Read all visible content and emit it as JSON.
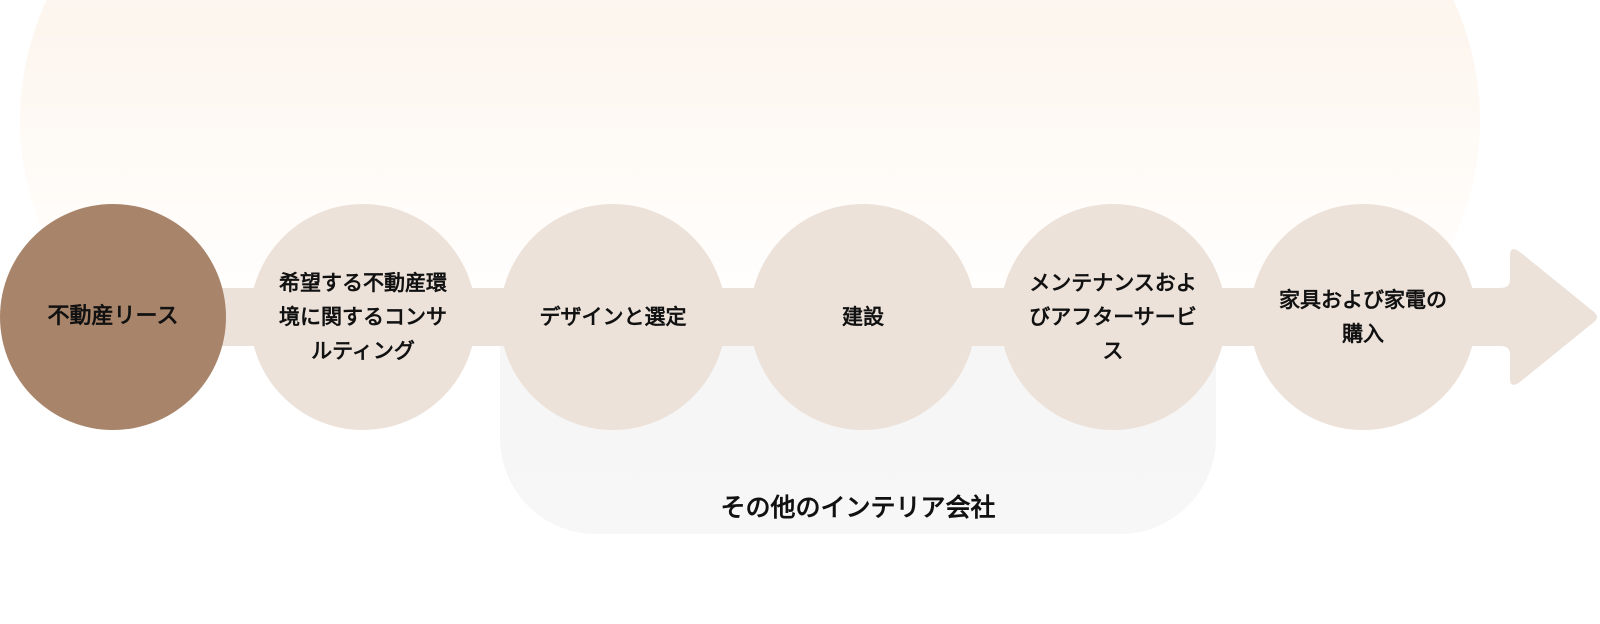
{
  "diagram": {
    "steps": [
      {
        "label": "不動産リース",
        "active": true
      },
      {
        "label": "希望する不動産環境に関するコンサルティング",
        "active": false
      },
      {
        "label": "デザインと選定",
        "active": false
      },
      {
        "label": "建設",
        "active": false
      },
      {
        "label": "メンテナンスおよびアフターサービス",
        "active": false
      },
      {
        "label": "家具および家電の購入",
        "active": false
      }
    ],
    "group_label": "その他のインテリア会社",
    "colors": {
      "active_step": "#a8846a",
      "step": "#ece2da",
      "flow_band": "#ece2da",
      "top_arc": "#fdf6ef",
      "group_panel": "#f5f5f5",
      "text": "#111111"
    }
  }
}
